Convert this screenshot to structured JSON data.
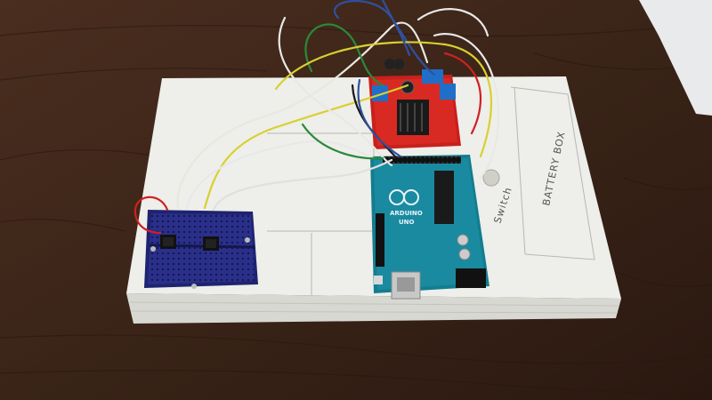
{
  "photo": {
    "subject": "Arduino project on cardboard base",
    "handwritten_labels": {
      "battery_label": "BATTERY BOX",
      "switch_label": "Switch"
    },
    "board_print": {
      "arduino_text": "ARDUINO",
      "uno_text": "UNO"
    },
    "colors": {
      "wood": "#3a2418",
      "cardboard": "#eeeeea",
      "arduino": "#137d8f",
      "driver": "#c8201c",
      "breadboard": "#2a2f8a"
    }
  }
}
